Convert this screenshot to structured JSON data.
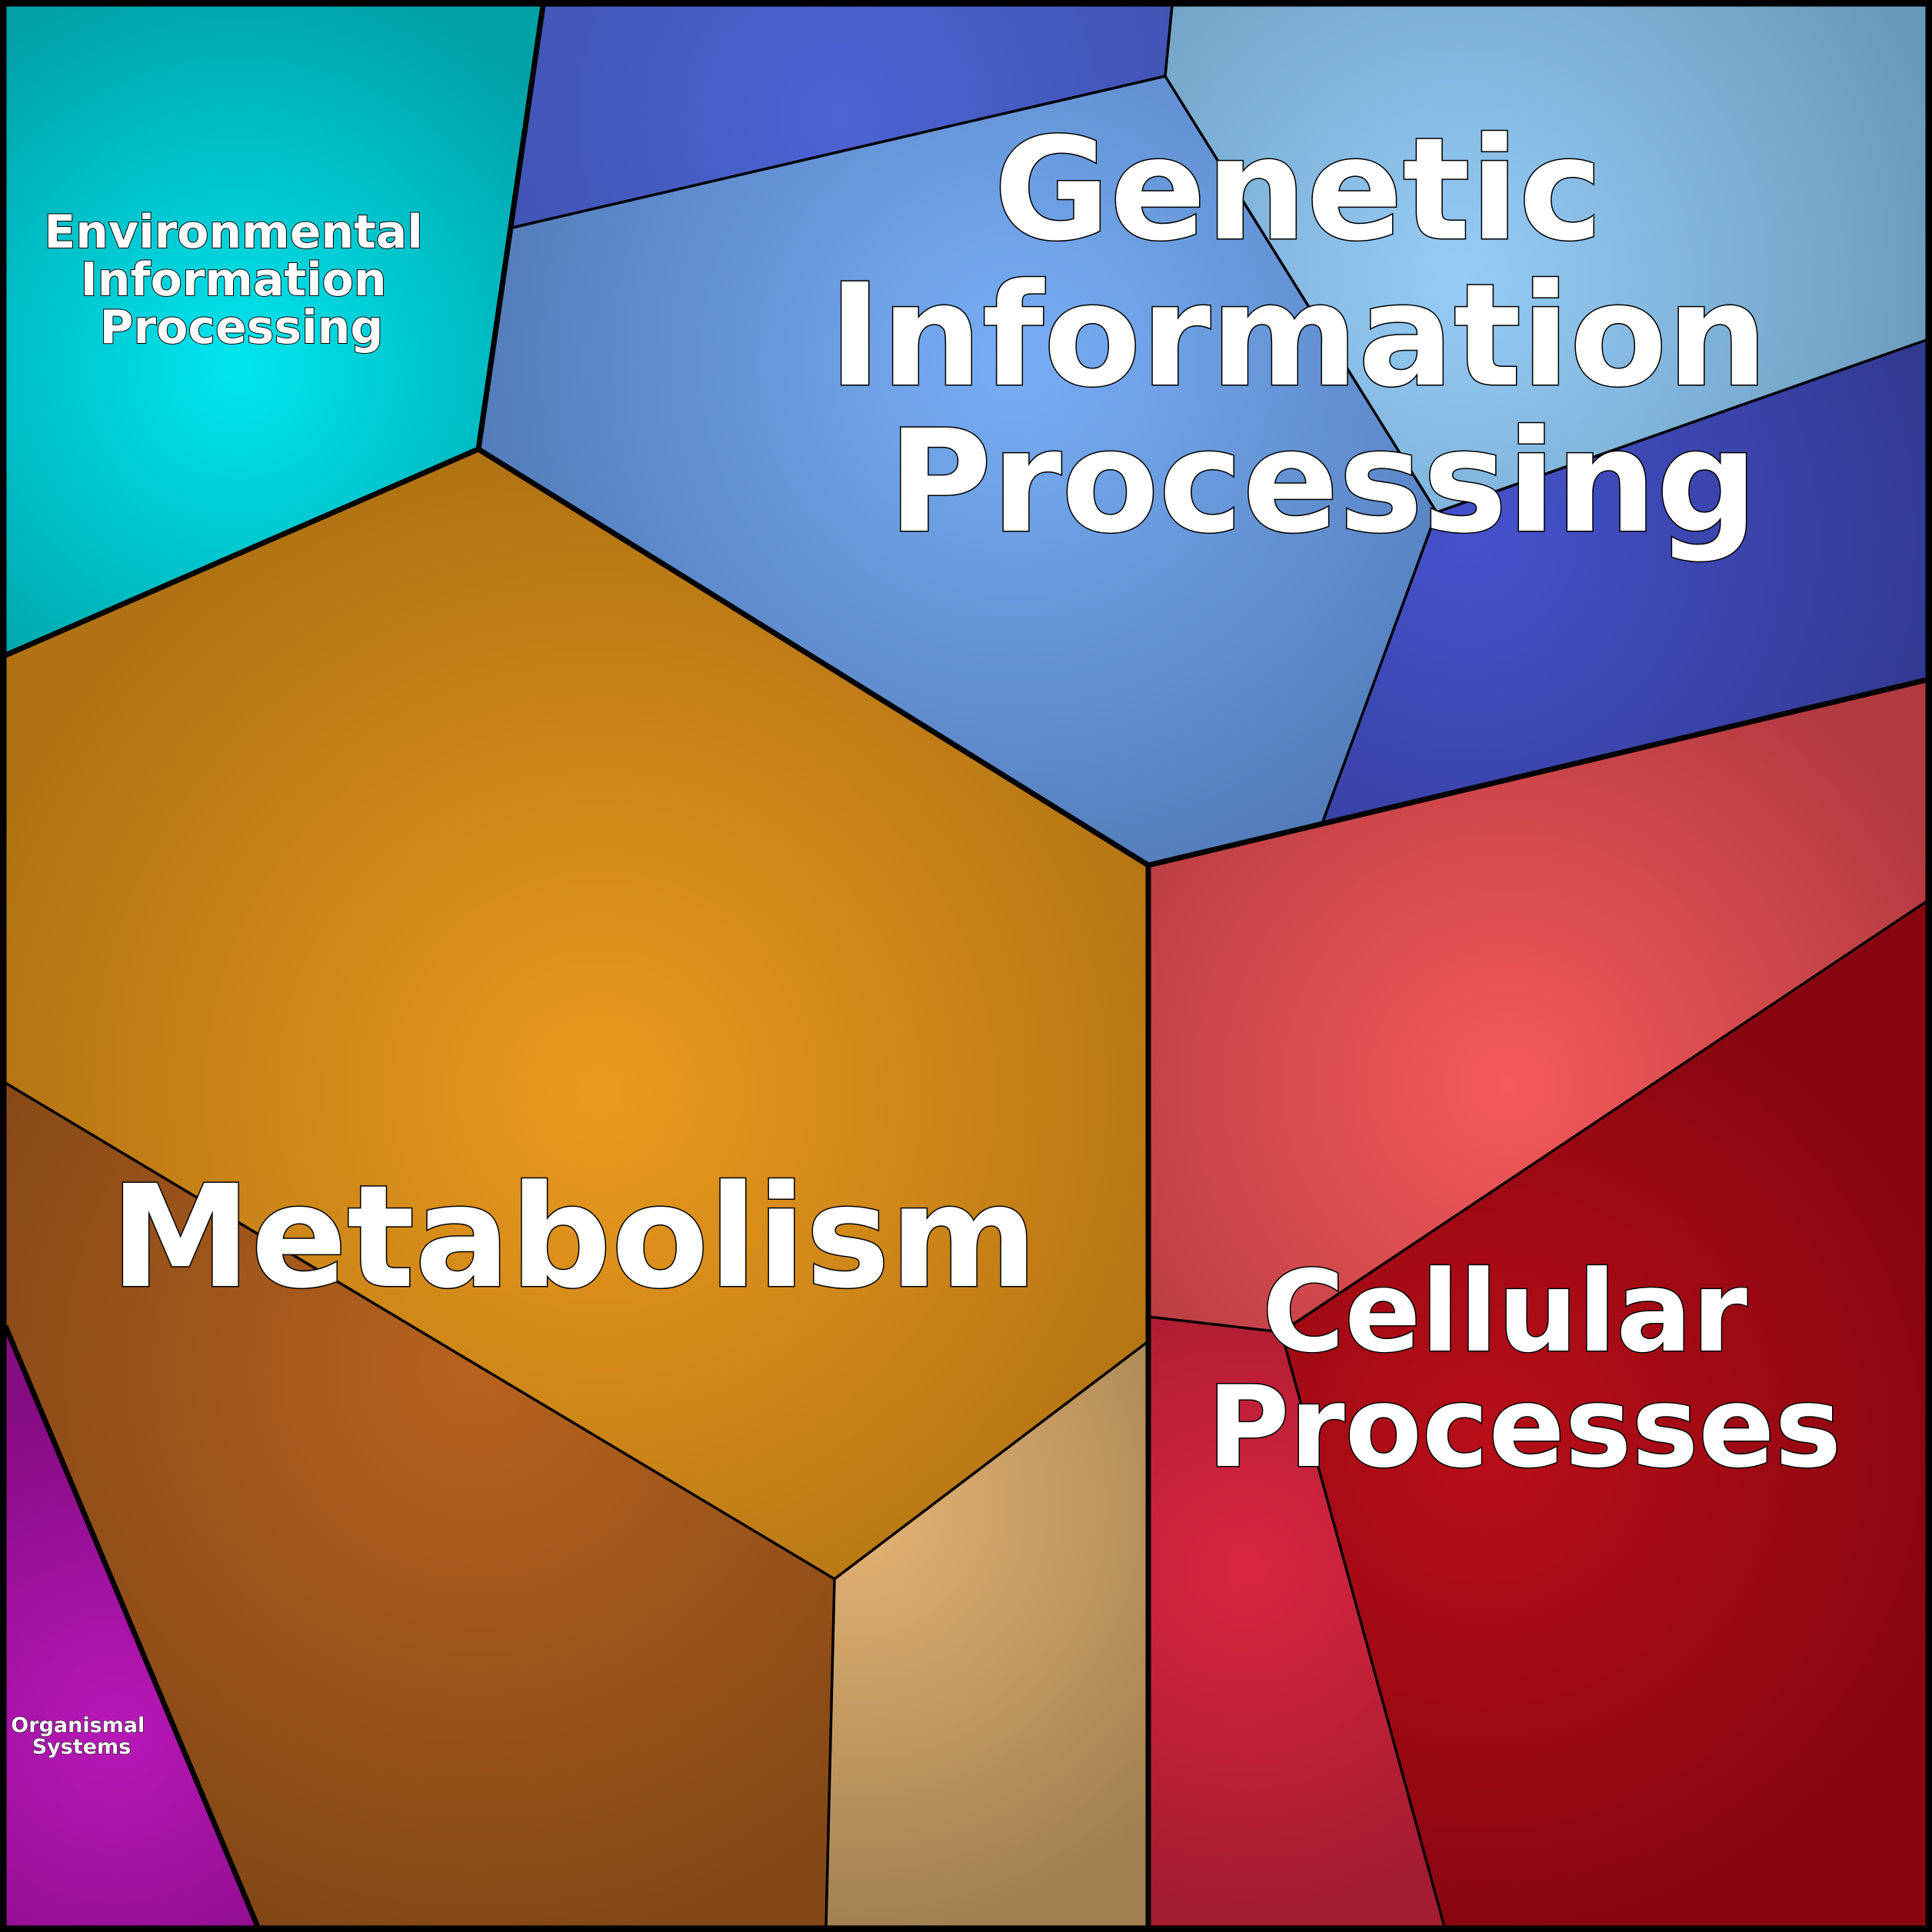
{
  "labels": {
    "genetic": [
      "Genetic",
      "Information",
      "Processing"
    ],
    "environmental": [
      "Environmental",
      "Information",
      "Processing"
    ],
    "metabolism": [
      "Metabolism"
    ],
    "cellular": [
      "Cellular",
      "Processes"
    ],
    "organismal": [
      "Organismal",
      "Systems"
    ]
  },
  "colors": {
    "environmental": "#00e0ea",
    "genetic": "#6fa8f0",
    "genetic_sub_light": "#8cc8f5",
    "genetic_sub_dark": "#4a5ccc",
    "metabolism": "#e89a1e",
    "metabolism_sub_brown": "#b05e22",
    "metabolism_sub_tan": "#e0b070",
    "cellular": "#f25858",
    "cellular_sub_dark": "#b00c18",
    "cellular_sub_pink": "#d82542",
    "organismal": "#b516b6"
  }
}
